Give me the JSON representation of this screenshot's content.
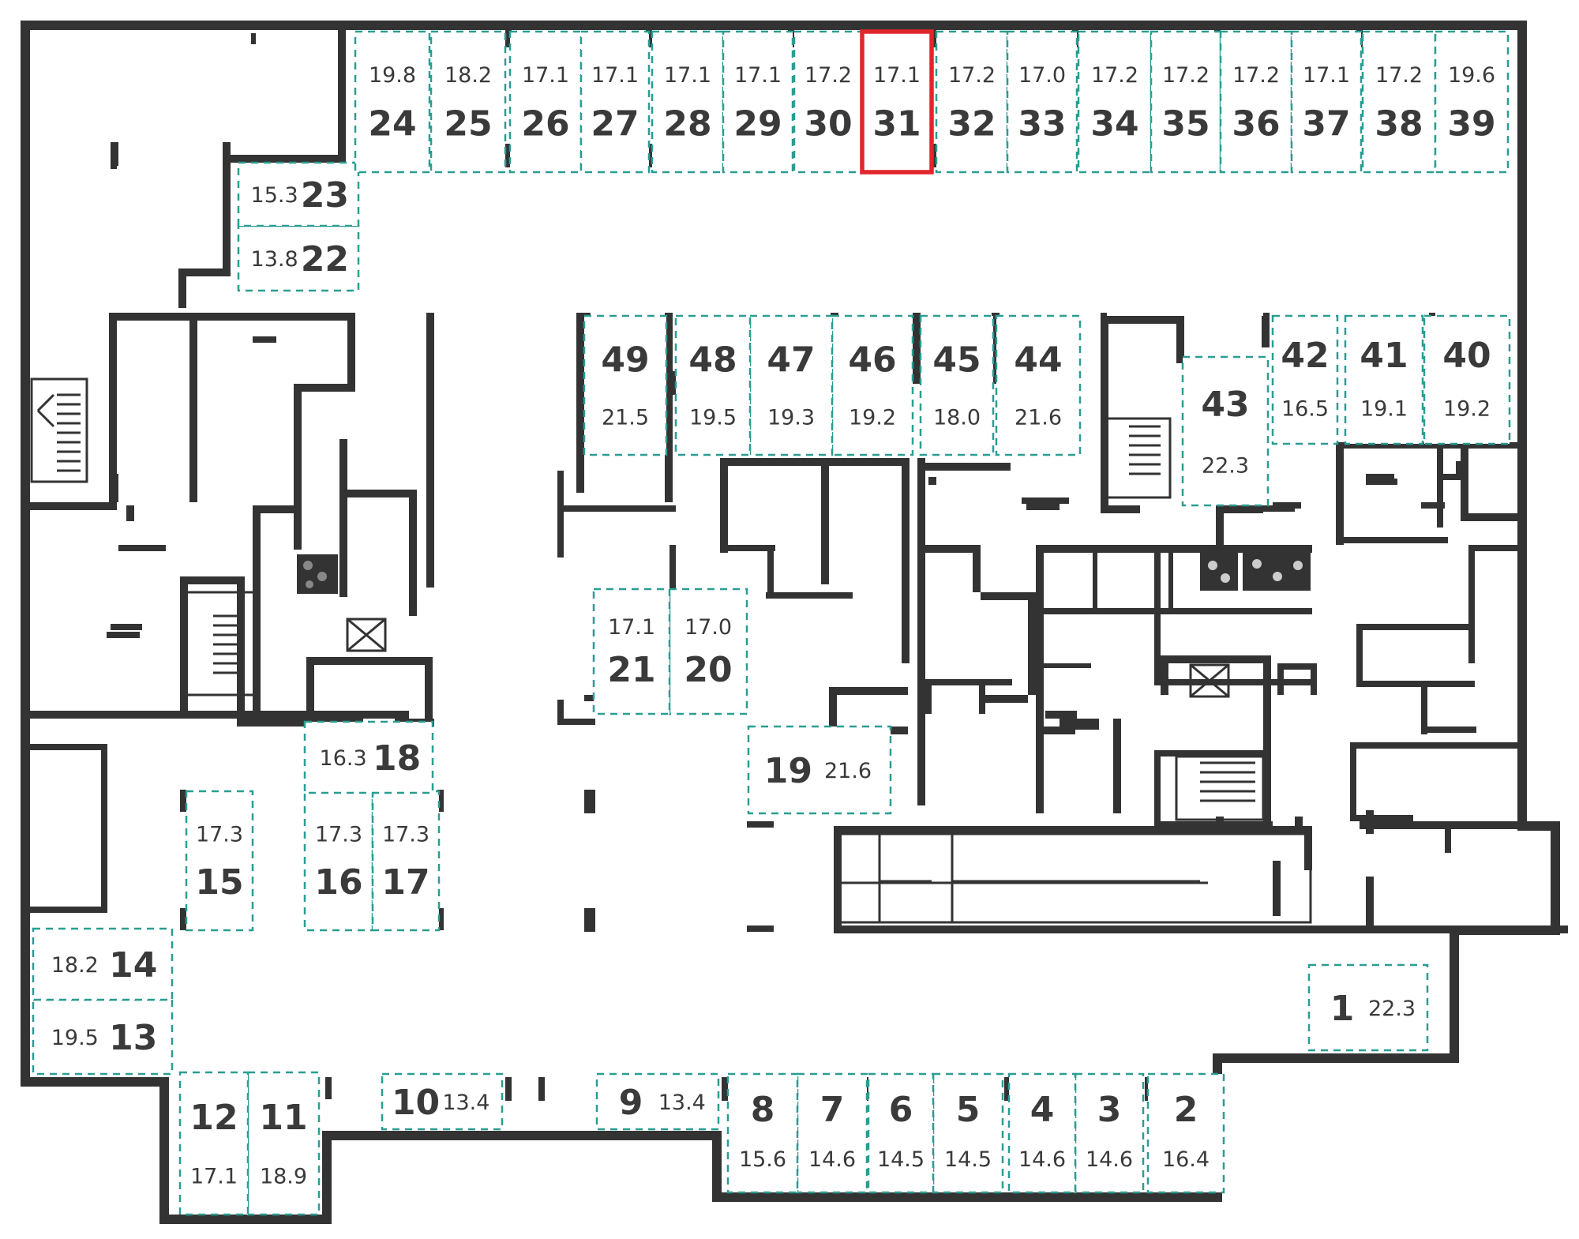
{
  "plan": {
    "highlight_color": "#e0262b",
    "spot_border_color": "#2a9d92",
    "wall_color": "#333333",
    "selected_spot": "31",
    "spots": [
      {
        "num": "1",
        "area": "22.3"
      },
      {
        "num": "2",
        "area": "16.4"
      },
      {
        "num": "3",
        "area": "14.6"
      },
      {
        "num": "4",
        "area": "14.6"
      },
      {
        "num": "5",
        "area": "14.5"
      },
      {
        "num": "6",
        "area": "14.5"
      },
      {
        "num": "7",
        "area": "14.6"
      },
      {
        "num": "8",
        "area": "15.6"
      },
      {
        "num": "9",
        "area": "13.4"
      },
      {
        "num": "10",
        "area": "13.4"
      },
      {
        "num": "11",
        "area": "18.9"
      },
      {
        "num": "12",
        "area": "17.1"
      },
      {
        "num": "13",
        "area": "19.5"
      },
      {
        "num": "14",
        "area": "18.2"
      },
      {
        "num": "15",
        "area": "17.3"
      },
      {
        "num": "16",
        "area": "17.3"
      },
      {
        "num": "17",
        "area": "17.3"
      },
      {
        "num": "18",
        "area": "16.3"
      },
      {
        "num": "19",
        "area": "21.6"
      },
      {
        "num": "20",
        "area": "17.0"
      },
      {
        "num": "21",
        "area": "17.1"
      },
      {
        "num": "22",
        "area": "13.8"
      },
      {
        "num": "23",
        "area": "15.3"
      },
      {
        "num": "24",
        "area": "19.8"
      },
      {
        "num": "25",
        "area": "18.2"
      },
      {
        "num": "26",
        "area": "17.1"
      },
      {
        "num": "27",
        "area": "17.1"
      },
      {
        "num": "28",
        "area": "17.1"
      },
      {
        "num": "29",
        "area": "17.1"
      },
      {
        "num": "30",
        "area": "17.2"
      },
      {
        "num": "31",
        "area": "17.1"
      },
      {
        "num": "32",
        "area": "17.2"
      },
      {
        "num": "33",
        "area": "17.0"
      },
      {
        "num": "34",
        "area": "17.2"
      },
      {
        "num": "35",
        "area": "17.2"
      },
      {
        "num": "36",
        "area": "17.2"
      },
      {
        "num": "37",
        "area": "17.1"
      },
      {
        "num": "38",
        "area": "17.2"
      },
      {
        "num": "39",
        "area": "19.6"
      },
      {
        "num": "40",
        "area": "19.2"
      },
      {
        "num": "41",
        "area": "19.1"
      },
      {
        "num": "42",
        "area": "16.5"
      },
      {
        "num": "43",
        "area": "22.3"
      },
      {
        "num": "44",
        "area": "21.6"
      },
      {
        "num": "45",
        "area": "18.0"
      },
      {
        "num": "46",
        "area": "19.2"
      },
      {
        "num": "47",
        "area": "19.3"
      },
      {
        "num": "48",
        "area": "19.5"
      },
      {
        "num": "49",
        "area": "21.5"
      }
    ]
  }
}
